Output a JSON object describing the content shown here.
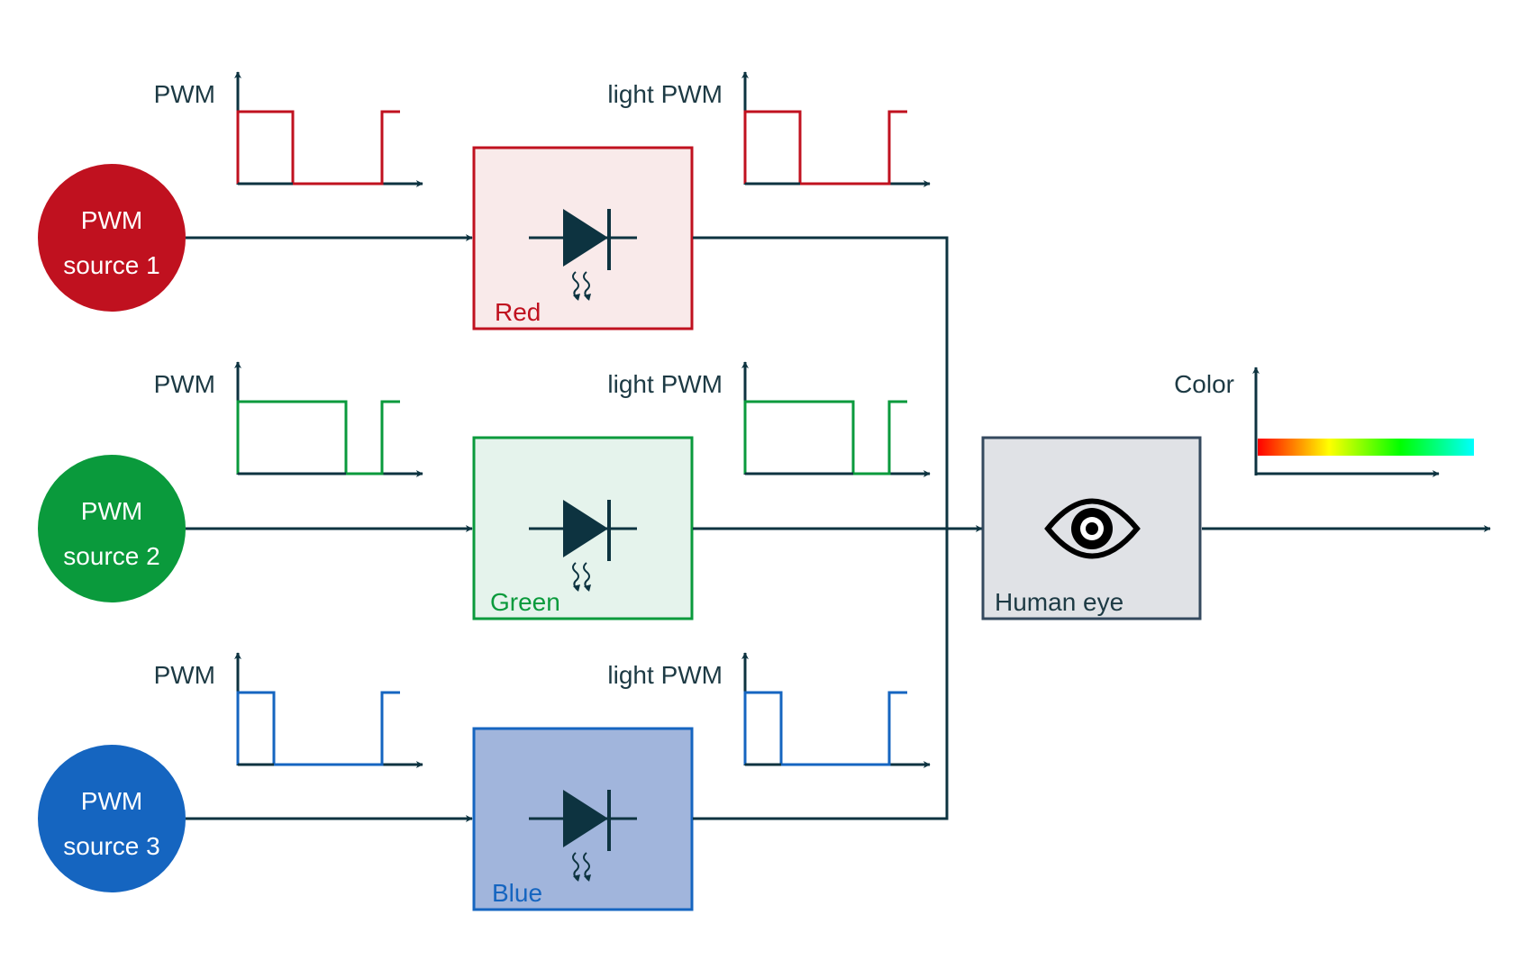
{
  "colors": {
    "wire": "#0d3340",
    "red": "#c0111f",
    "green": "#0a9a3c",
    "blue": "#1565c0",
    "eye_fill": "#e0e2e6",
    "eye_stroke": "#34495e"
  },
  "channels": [
    {
      "source_line1": "PWM",
      "source_line2": "source 1",
      "pwm_label": "PWM",
      "light_label": "light PWM",
      "led_label": "Red",
      "duty_cycle": 0.38,
      "color": "#c0111f",
      "fill": "#f9eaea",
      "icon": "led-diode-icon"
    },
    {
      "source_line1": "PWM",
      "source_line2": "source 2",
      "pwm_label": "PWM",
      "light_label": "light PWM",
      "led_label": "Green",
      "duty_cycle": 0.75,
      "color": "#0a9a3c",
      "fill": "#e5f3ec",
      "icon": "led-diode-icon"
    },
    {
      "source_line1": "PWM",
      "source_line2": "source 3",
      "pwm_label": "PWM",
      "light_label": "light PWM",
      "led_label": "Blue",
      "duty_cycle": 0.25,
      "color": "#1565c0",
      "fill": "#a1b5dc",
      "icon": "led-diode-icon"
    }
  ],
  "eye": {
    "label": "Human eye",
    "icon": "eye-icon"
  },
  "color_output": {
    "label": "Color",
    "gradient": [
      "#ff0000",
      "#ffff00",
      "#00ff00",
      "#00ffff"
    ]
  }
}
